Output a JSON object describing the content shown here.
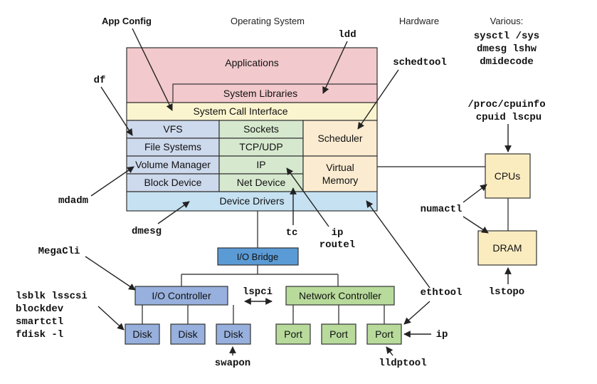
{
  "headers": {
    "app_config": "App Config",
    "operating_system": "Operating System",
    "hardware": "Hardware",
    "various": "Various:"
  },
  "kernel": {
    "applications": "Applications",
    "system_libraries": "System Libraries",
    "system_call_interface": "System Call Interface",
    "vfs": "VFS",
    "file_systems": "File Systems",
    "volume_manager": "Volume Manager",
    "block_device": "Block Device",
    "sockets": "Sockets",
    "tcp_udp": "TCP/UDP",
    "ip": "IP",
    "net_device": "Net Device",
    "scheduler": "Scheduler",
    "virtual_memory_1": "Virtual",
    "virtual_memory_2": "Memory",
    "device_drivers": "Device Drivers"
  },
  "hardware": {
    "io_bridge": "I/O Bridge",
    "io_controller": "I/O Controller",
    "network_controller": "Network Controller",
    "disk_1": "Disk",
    "disk_2": "Disk",
    "disk_3": "Disk",
    "port_1": "Port",
    "port_2": "Port",
    "port_3": "Port",
    "cpus": "CPUs",
    "dram": "DRAM"
  },
  "tools": {
    "various_1": "sysctl /sys",
    "various_2": "dmesg lshw",
    "various_3": "dmidecode",
    "ldd": "ldd",
    "schedtool": "schedtool",
    "df": "df",
    "proc_cpuinfo": "/proc/cpuinfo",
    "cpuid_lscpu": "cpuid lscpu",
    "mdadm": "mdadm",
    "dmesg": "dmesg",
    "tc": "tc",
    "ip_net": "ip",
    "routel": "routel",
    "numactl": "numactl",
    "megacli": "MegaCli",
    "lsblk_lsscsi": "lsblk lsscsi",
    "blockdev": "blockdev",
    "smartctl": "smartctl",
    "fdisk": "fdisk -l",
    "lspci": "lspci",
    "ethtool": "ethtool",
    "ip_port": "ip",
    "swapon": "swapon",
    "lldptool": "lldptool",
    "lstopo": "lstopo"
  },
  "colors": {
    "applications": "#f2c9cc",
    "syscall": "#fbf5cf",
    "blue_layer": "#cdd9ec",
    "green_layer": "#d6e9cf",
    "peach_layer": "#fbecd1",
    "device_drivers": "#c6e2f2",
    "io_bridge": "#5b9bd5",
    "io_controller": "#97b0dd",
    "disk": "#97b0dd",
    "network": "#b8db9c",
    "cpu_dram": "#fbecc0"
  }
}
